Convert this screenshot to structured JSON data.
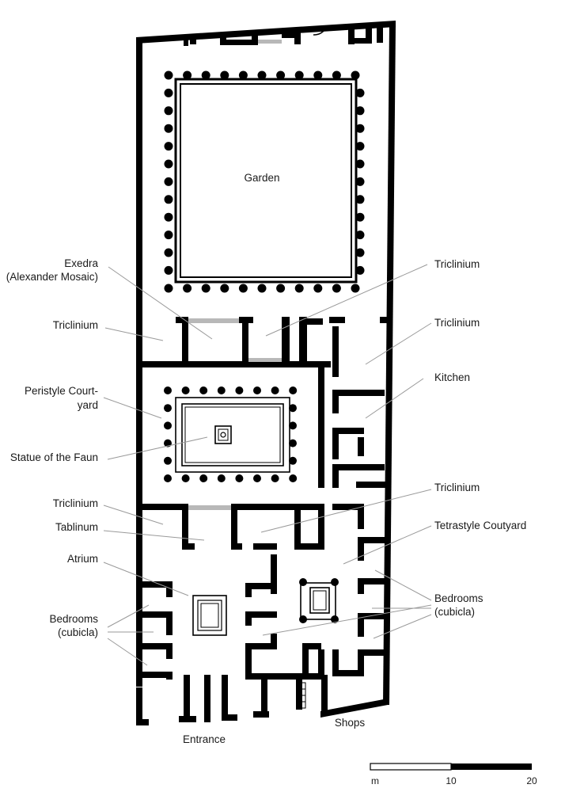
{
  "labels": {
    "garden": "Garden",
    "exedra": [
      "Exedra",
      "(Alexander Mosaic)"
    ],
    "triclinium_left_upper": "Triclinium",
    "peristyle": [
      "Peristyle Court-",
      "yard"
    ],
    "statue": "Statue of the Faun",
    "triclinium_left_lower": "Triclinium",
    "tablinum": "Tablinum",
    "atrium": "Atrium",
    "bedrooms_left": [
      "Bedrooms",
      "(cubicla)"
    ],
    "entrance": "Entrance",
    "shops": "Shops",
    "triclinium_right_1": "Triclinium",
    "triclinium_right_2": "Triclinium",
    "kitchen": "Kitchen",
    "triclinium_right_3": "Triclinium",
    "tetrastyle": "Tetrastyle Coutyard",
    "bedrooms_right": [
      "Bedrooms",
      "(cubicla)"
    ]
  },
  "scale_bar": {
    "unit": "m",
    "ticks": [
      "10",
      "20"
    ]
  }
}
